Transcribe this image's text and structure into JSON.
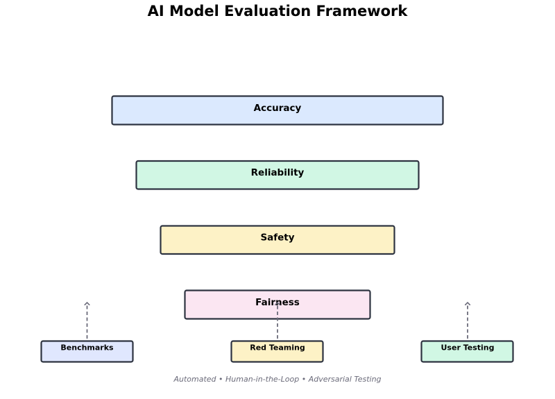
{
  "title": "AI Model Evaluation Framework",
  "layers": [
    {
      "label": "Accuracy",
      "color": "#dbe9fe"
    },
    {
      "label": "Reliability",
      "color": "#d1f7e4"
    },
    {
      "label": "Safety",
      "color": "#fdf2c6"
    },
    {
      "label": "Fairness",
      "color": "#fbe6f2"
    }
  ],
  "methods": [
    {
      "label": "Benchmarks",
      "color": "#e0e7fe"
    },
    {
      "label": "Red Teaming",
      "color": "#fdf2c6"
    },
    {
      "label": "User Testing",
      "color": "#d1f7e4"
    }
  ],
  "footer": "Automated • Human-in-the-Loop • Adversarial Testing",
  "colors": {
    "border": "#2d3340",
    "arrow": "#6b6b7a"
  }
}
